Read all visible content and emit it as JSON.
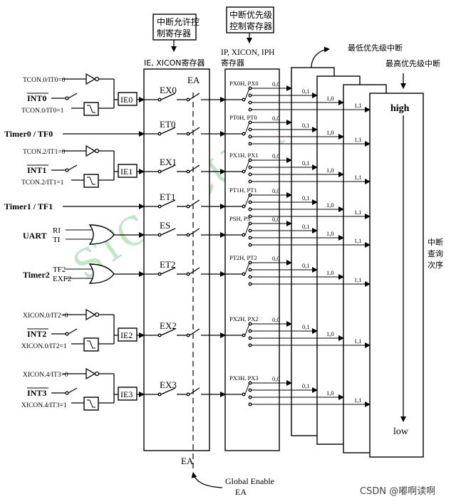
{
  "top_labels": {
    "ie_reg_cn": [
      "中断允许控",
      "制寄存器"
    ],
    "ip_reg_cn": [
      "中断优先级",
      "控制寄存器"
    ],
    "ie_reg_en": "IE, XICON寄存器",
    "ip_reg_en": [
      "IP, XICON, IPH",
      "寄存器"
    ],
    "lowest_priority": "最低优先级中断",
    "highest_priority": "最高优先级中断"
  },
  "sources": {
    "int0": {
      "mode0": "TCON.0/IT0=0",
      "pin": "INT0",
      "mode1": "TCON.0/IT0=1",
      "flag": "IE0"
    },
    "timer0": "Timer0 / TF0",
    "int1": {
      "mode0": "TCON.2/IT1=0",
      "pin": "INT1",
      "mode1": "TCON.2/IT1=1",
      "flag": "IE1"
    },
    "timer1": "Timer1 / TF1",
    "uart": {
      "name": "UART",
      "ri": "RI",
      "ti": "TI"
    },
    "timer2": {
      "name": "Timer2",
      "tf2": "TF2",
      "exf2": "EXF2"
    },
    "int2": {
      "mode0": "XICON.0/IT2=0",
      "pin": "INT2",
      "mode1": "XICON.0/IT2=1",
      "flag": "IE2"
    },
    "int3": {
      "mode0": "XICON.4/IT3=0",
      "pin": "INT3",
      "mode1": "XICON.4/IT3=1",
      "flag": "IE3"
    }
  },
  "enable_switches": [
    "EX0",
    "ET0",
    "EX1",
    "ET1",
    "ES",
    "ET2",
    "EX2",
    "EX3"
  ],
  "priority_bits": [
    "PX0H, PX0",
    "PT0H, PT0",
    "PX1H, PX1",
    "PT1H, PT1",
    "PSH, PS",
    "PT2H, PT2",
    "PX2H, PX2",
    "PX3H, PX3"
  ],
  "priority_levels": [
    "0,0",
    "0,1",
    "1,0",
    "1,1"
  ],
  "ea": {
    "switch": "EA",
    "bottom": "EA",
    "global_enable": [
      "Global Enable",
      "EA"
    ]
  },
  "polling": {
    "high": "high",
    "low": "low",
    "order_cn": [
      "中断",
      "查询",
      "次序"
    ]
  },
  "watermark": "STC MCU Li",
  "credit": "CSDN @嘟啊读啊"
}
